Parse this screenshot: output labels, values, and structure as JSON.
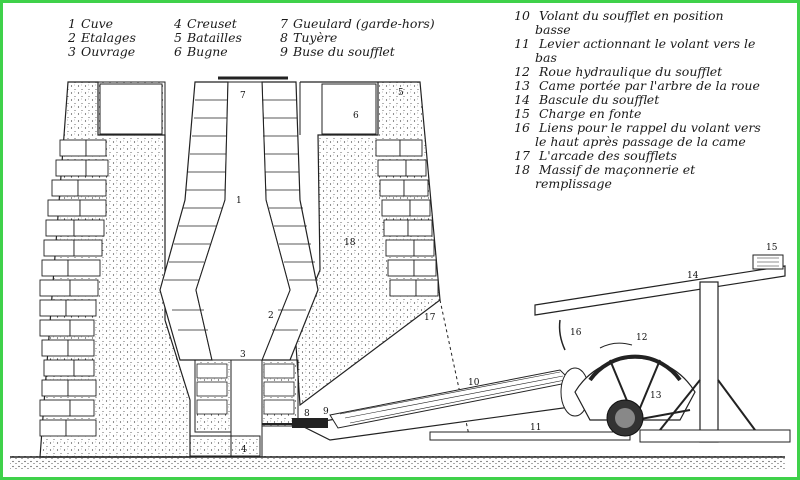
{
  "legend": {
    "col1": [
      {
        "num": "1",
        "text": "Cuve"
      },
      {
        "num": "2",
        "text": "Etalages"
      },
      {
        "num": "3",
        "text": "Ouvrage"
      }
    ],
    "col2": [
      {
        "num": "4",
        "text": "Creuset"
      },
      {
        "num": "5",
        "text": "Batailles"
      },
      {
        "num": "6",
        "text": "Bugne"
      }
    ],
    "col3": [
      {
        "num": "7",
        "text": "Gueulard (garde-hors)"
      },
      {
        "num": "8",
        "text": "Tuyère"
      },
      {
        "num": "9",
        "text": "Buse du soufflet"
      }
    ],
    "right": [
      {
        "num": "10",
        "text": "Volant du soufflet en position basse"
      },
      {
        "num": "11",
        "text": "Levier actionnant le volant vers le bas"
      },
      {
        "num": "12",
        "text": "Roue hydraulique du soufflet"
      },
      {
        "num": "13",
        "text": "Came portée par l'arbre de la roue"
      },
      {
        "num": "14",
        "text": "Bascule du soufflet"
      },
      {
        "num": "15",
        "text": "Charge en fonte"
      },
      {
        "num": "16",
        "text": "Liens pour le rappel du volant vers le haut après passage de la came"
      },
      {
        "num": "17",
        "text": "L'arcade des soufflets"
      },
      {
        "num": "18",
        "text": "Massif de maçonnerie et remplissage"
      }
    ]
  },
  "callouts": {
    "n1": "1",
    "n2": "2",
    "n3": "3",
    "n4": "4",
    "n5": "5",
    "n6": "6",
    "n7": "7",
    "n8": "8",
    "n9": "9",
    "n10": "10",
    "n11": "11",
    "n12": "12",
    "n13": "13",
    "n14": "14",
    "n15": "15",
    "n16": "16",
    "n17": "17",
    "n18": "18"
  },
  "colors": {
    "frame": "#3fd14a",
    "ink": "#1a1a1a",
    "stone": "#ffffff",
    "fill": "#f4f4f4"
  }
}
